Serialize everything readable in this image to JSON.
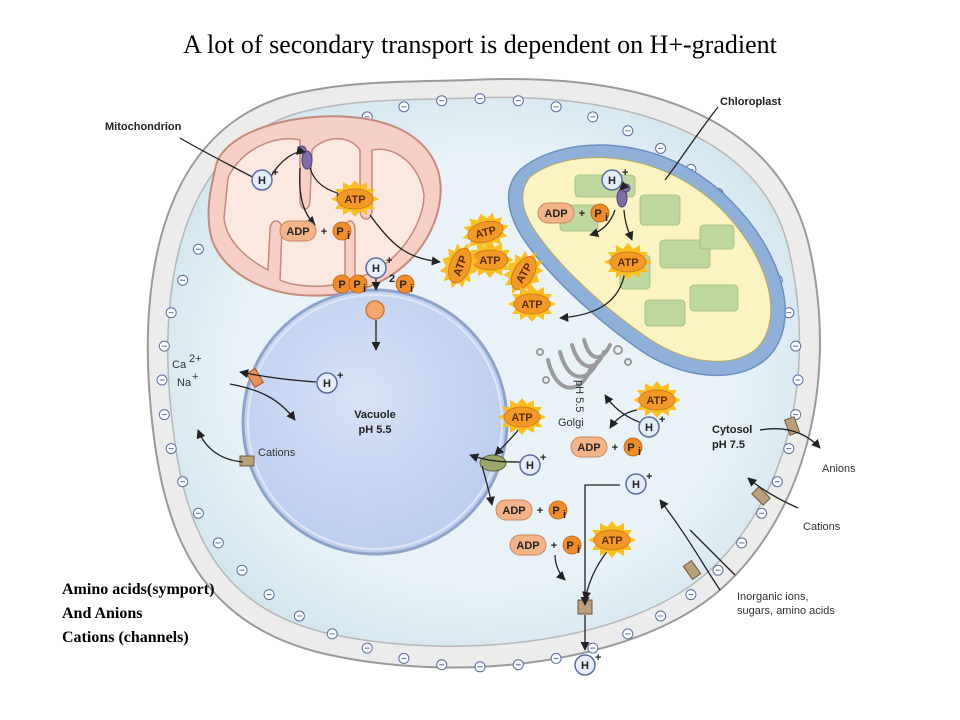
{
  "title": "A lot of secondary transport is dependent on H+-gradient",
  "labels": {
    "mitochondrion": "Mitochondrion",
    "chloroplast": "Chloroplast",
    "vacuole": "Vacuole",
    "vacuole_ph": "pH 5.5",
    "golgi": "Golgi",
    "golgi_ph": "pH 5.5",
    "cytosol": "Cytosol",
    "cytosol_ph": "pH 7.5",
    "anions": "Anions",
    "cations_right": "Cations",
    "cations_left": "Cations",
    "ca": "Ca",
    "ca_charge": "2+",
    "na": "Na",
    "na_charge": "+",
    "inorganic_line1": "Inorganic ions,",
    "inorganic_line2": "sugars, amino acids"
  },
  "molecules": {
    "atp": "ATP",
    "adp": "ADP",
    "plus": "+",
    "p": "P",
    "pi_sub": "i",
    "h": "H",
    "h_charge": "+",
    "two": "2"
  },
  "notes": [
    "Amino acids(symport)",
    "And Anions",
    "Cations (channels)"
  ],
  "colors": {
    "cell_wall": "#e8e8e8",
    "cell_outline": "#9a9a9a",
    "cytosol": "#e9f3f7",
    "mitochondrion": "#f6d0c6",
    "mito_inner": "#fbe8e1",
    "chloroplast_outer": "#8fb0d8",
    "chloroplast_stroma": "#fbf3c2",
    "thylakoid": "#bfd8a2",
    "vacuole": "#cad8f2",
    "atp_star": "#f7b515",
    "atp_body": "#f59d2a",
    "pi_circle": "#f28c28"
  }
}
